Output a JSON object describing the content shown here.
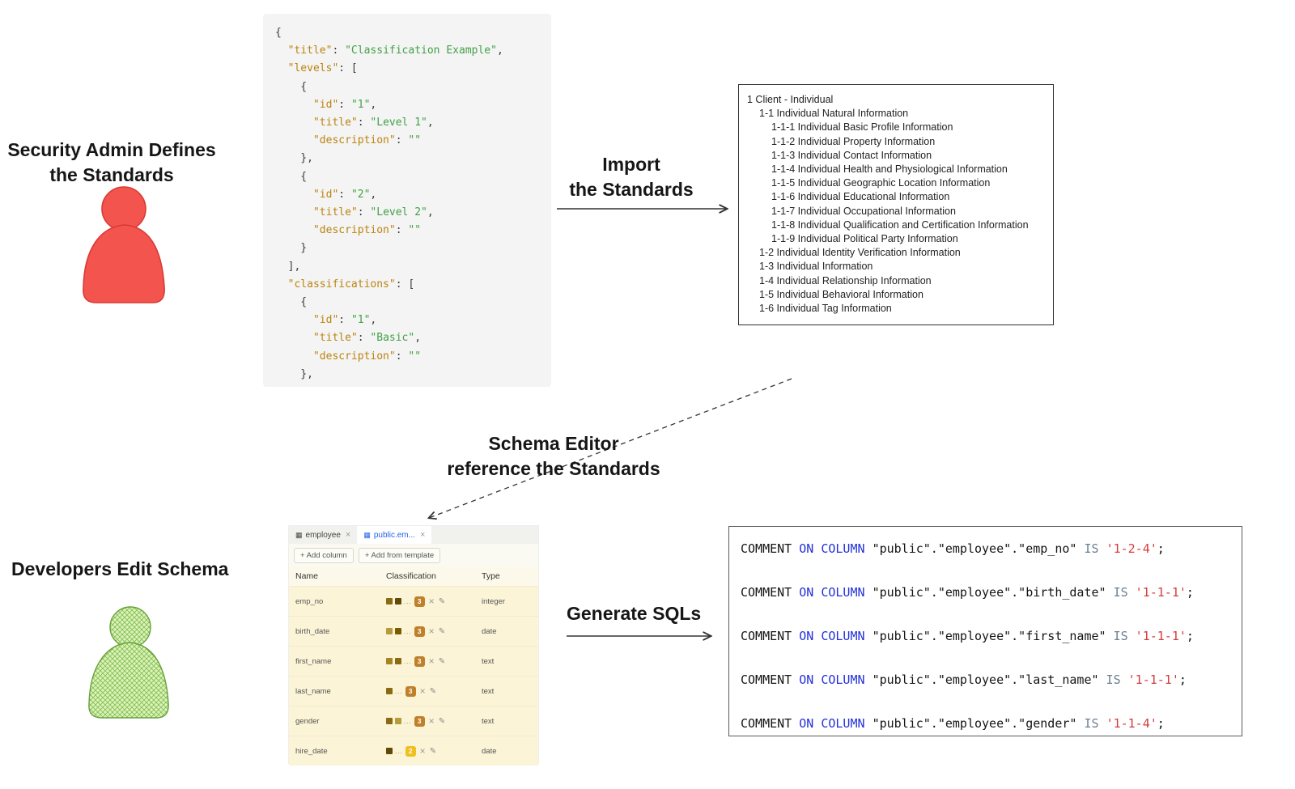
{
  "actors": {
    "security_admin": {
      "line1": "Security Admin Defines",
      "line2": "the Standards"
    },
    "developers": {
      "label": "Developers Edit Schema"
    }
  },
  "arrows": {
    "import": {
      "line1": "Import",
      "line2": "the Standards"
    },
    "schema_ref": {
      "line1": "Schema Editor",
      "line2": "reference the Standards"
    },
    "generate": {
      "label": "Generate SQLs"
    }
  },
  "json_block": {
    "lines": [
      [
        [
          "p",
          "{"
        ]
      ],
      [
        [
          "p",
          "  "
        ],
        [
          "k",
          "\"title\""
        ],
        [
          "p",
          ": "
        ],
        [
          "s",
          "\"Classification Example\""
        ],
        [
          "p",
          ","
        ]
      ],
      [
        [
          "p",
          "  "
        ],
        [
          "k",
          "\"levels\""
        ],
        [
          "p",
          ": ["
        ]
      ],
      [
        [
          "p",
          "    {"
        ]
      ],
      [
        [
          "p",
          "      "
        ],
        [
          "k",
          "\"id\""
        ],
        [
          "p",
          ": "
        ],
        [
          "s",
          "\"1\""
        ],
        [
          "p",
          ","
        ]
      ],
      [
        [
          "p",
          "      "
        ],
        [
          "k",
          "\"title\""
        ],
        [
          "p",
          ": "
        ],
        [
          "s",
          "\"Level 1\""
        ],
        [
          "p",
          ","
        ]
      ],
      [
        [
          "p",
          "      "
        ],
        [
          "k",
          "\"description\""
        ],
        [
          "p",
          ": "
        ],
        [
          "s",
          "\"\""
        ]
      ],
      [
        [
          "p",
          "    },"
        ]
      ],
      [
        [
          "p",
          "    {"
        ]
      ],
      [
        [
          "p",
          "      "
        ],
        [
          "k",
          "\"id\""
        ],
        [
          "p",
          ": "
        ],
        [
          "s",
          "\"2\""
        ],
        [
          "p",
          ","
        ]
      ],
      [
        [
          "p",
          "      "
        ],
        [
          "k",
          "\"title\""
        ],
        [
          "p",
          ": "
        ],
        [
          "s",
          "\"Level 2\""
        ],
        [
          "p",
          ","
        ]
      ],
      [
        [
          "p",
          "      "
        ],
        [
          "k",
          "\"description\""
        ],
        [
          "p",
          ": "
        ],
        [
          "s",
          "\"\""
        ]
      ],
      [
        [
          "p",
          "    }"
        ]
      ],
      [
        [
          "p",
          "  ],"
        ]
      ],
      [
        [
          "p",
          "  "
        ],
        [
          "k",
          "\"classifications\""
        ],
        [
          "p",
          ": ["
        ]
      ],
      [
        [
          "p",
          "    {"
        ]
      ],
      [
        [
          "p",
          "      "
        ],
        [
          "k",
          "\"id\""
        ],
        [
          "p",
          ": "
        ],
        [
          "s",
          "\"1\""
        ],
        [
          "p",
          ","
        ]
      ],
      [
        [
          "p",
          "      "
        ],
        [
          "k",
          "\"title\""
        ],
        [
          "p",
          ": "
        ],
        [
          "s",
          "\"Basic\""
        ],
        [
          "p",
          ","
        ]
      ],
      [
        [
          "p",
          "      "
        ],
        [
          "k",
          "\"description\""
        ],
        [
          "p",
          ": "
        ],
        [
          "s",
          "\"\""
        ]
      ],
      [
        [
          "p",
          "    },"
        ]
      ]
    ]
  },
  "classification_box": {
    "items": [
      {
        "level": 0,
        "text": "1 Client - Individual"
      },
      {
        "level": 1,
        "text": "1-1 Individual Natural Information"
      },
      {
        "level": 2,
        "text": "1-1-1 Individual Basic Profile Information"
      },
      {
        "level": 2,
        "text": "1-1-2 Individual Property Information"
      },
      {
        "level": 2,
        "text": "1-1-3 Individual Contact Information"
      },
      {
        "level": 2,
        "text": "1-1-4 Individual Health and Physiological Information"
      },
      {
        "level": 2,
        "text": "1-1-5 Individual Geographic Location Information"
      },
      {
        "level": 2,
        "text": "1-1-6 Individual Educational Information"
      },
      {
        "level": 2,
        "text": "1-1-7 Individual Occupational Information"
      },
      {
        "level": 2,
        "text": "1-1-8 Individual Qualification and Certification Information"
      },
      {
        "level": 2,
        "text": "1-1-9 Individual Political Party Information"
      },
      {
        "level": 1,
        "text": "1-2 Individual Identity Verification Information"
      },
      {
        "level": 1,
        "text": "1-3 Individual Information"
      },
      {
        "level": 1,
        "text": "1-4 Individual Relationship Information"
      },
      {
        "level": 1,
        "text": "1-5 Individual Behavioral Information"
      },
      {
        "level": 1,
        "text": "1-6 Individual Tag Information"
      }
    ]
  },
  "schema_editor": {
    "tabs": [
      {
        "label": "employee"
      },
      {
        "label": "public.em..."
      }
    ],
    "toolbar": {
      "add_column": "+ Add column",
      "add_from_template": "+ Add from template"
    },
    "columns": [
      "Name",
      "Classification",
      "Type"
    ],
    "rows": [
      {
        "name": "emp_no",
        "chips": [
          "#8a6a12",
          "#5f4a08"
        ],
        "badge": "3",
        "badge_color": "#c07f2a",
        "type": "integer"
      },
      {
        "name": "birth_date",
        "chips": [
          "#b59b3b",
          "#7a5c00"
        ],
        "badge": "3",
        "badge_color": "#c07f2a",
        "type": "date"
      },
      {
        "name": "first_name",
        "chips": [
          "#a58422",
          "#8a6a12"
        ],
        "badge": "3",
        "badge_color": "#c07f2a",
        "type": "text"
      },
      {
        "name": "last_name",
        "chips": [
          "#8a6a12"
        ],
        "badge": "3",
        "badge_color": "#c07f2a",
        "type": "text"
      },
      {
        "name": "gender",
        "chips": [
          "#8a6a12",
          "#b59b3b"
        ],
        "badge": "3",
        "badge_color": "#c07f2a",
        "type": "text"
      },
      {
        "name": "hire_date",
        "chips": [
          "#5f4a08"
        ],
        "badge": "2",
        "badge_color": "#f0c020",
        "type": "date"
      }
    ]
  },
  "sql_block": {
    "lines": [
      [
        [
          "c",
          "COMMENT "
        ],
        [
          "b",
          "ON COLUMN "
        ],
        [
          "c",
          "\"public\".\"employee\".\"emp_no\" "
        ],
        [
          "g",
          "IS "
        ],
        [
          "r",
          "'1-2-4'"
        ],
        [
          "c",
          ";"
        ]
      ],
      [
        [
          "c",
          "COMMENT "
        ],
        [
          "b",
          "ON COLUMN "
        ],
        [
          "c",
          "\"public\".\"employee\".\"birth_date\" "
        ],
        [
          "g",
          "IS "
        ],
        [
          "r",
          "'1-1-1'"
        ],
        [
          "c",
          ";"
        ]
      ],
      [
        [
          "c",
          "COMMENT "
        ],
        [
          "b",
          "ON COLUMN "
        ],
        [
          "c",
          "\"public\".\"employee\".\"first_name\" "
        ],
        [
          "g",
          "IS "
        ],
        [
          "r",
          "'1-1-1'"
        ],
        [
          "c",
          ";"
        ]
      ],
      [
        [
          "c",
          "COMMENT "
        ],
        [
          "b",
          "ON COLUMN "
        ],
        [
          "c",
          "\"public\".\"employee\".\"last_name\" "
        ],
        [
          "g",
          "IS "
        ],
        [
          "r",
          "'1-1-1'"
        ],
        [
          "c",
          ";"
        ]
      ],
      [
        [
          "c",
          "COMMENT "
        ],
        [
          "b",
          "ON COLUMN "
        ],
        [
          "c",
          "\"public\".\"employee\".\"gender\" "
        ],
        [
          "g",
          "IS "
        ],
        [
          "r",
          "'1-1-4'"
        ],
        [
          "c",
          ";"
        ]
      ]
    ]
  },
  "colors": {
    "person_red_fill": "#f4544e",
    "person_red_stroke": "#d93a35",
    "person_green_base": "#ddf2bb",
    "person_green_hatch": "#82bf52",
    "person_green_stroke": "#699f3c",
    "json_bg": "#f3f4f3",
    "sql_keyword_blue": "#2330d8",
    "sql_literal_red": "#d63b3b",
    "editor_bg_yellow": "#fbf4d7",
    "tab_active_blue": "#2563eb"
  }
}
